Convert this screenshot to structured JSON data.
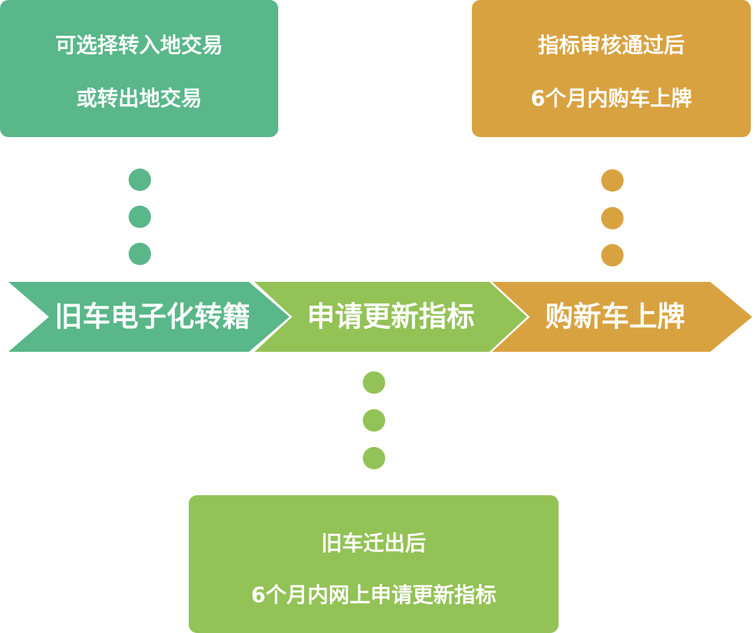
{
  "colors": {
    "teal_green": "#59b78a",
    "lime_green": "#93c257",
    "amber": "#d9a240"
  },
  "steps": [
    {
      "label": "旧车电子化转籍",
      "color": "#59b78a"
    },
    {
      "label": "申请更新指标",
      "color": "#93c257"
    },
    {
      "label": "购新车上牌",
      "color": "#d9a240"
    }
  ],
  "notes": {
    "left": {
      "line1": "可选择转入地交易",
      "line2": "或转出地交易"
    },
    "right": {
      "line1": "指标审核通过后",
      "line2": "6个月内购车上牌"
    },
    "bottom": {
      "line1": "旧车迁出后",
      "line2": "6个月内网上申请更新指标"
    }
  }
}
